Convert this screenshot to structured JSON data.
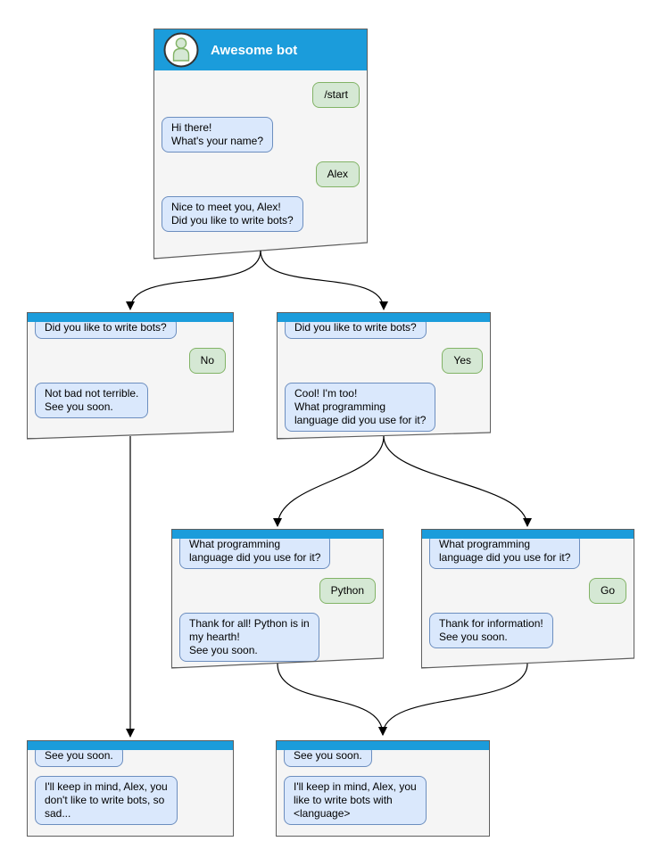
{
  "colors": {
    "header_blue": "#1b9cdb",
    "window_fill": "#f5f5f5",
    "window_border": "#5f5f5f",
    "bot_fill": "#dae8fc",
    "bot_border": "#6c8ebf",
    "user_fill": "#d5e8d4",
    "user_border": "#82b366",
    "avatar_fill": "#d5e8d4",
    "avatar_stroke": "#82b366",
    "connector": "#000000"
  },
  "windows": [
    {
      "key": "start",
      "title": "Awesome bot",
      "messages": [
        {
          "from": "user",
          "text": "/start"
        },
        {
          "from": "bot",
          "text": "Hi there!\nWhat's your name?"
        },
        {
          "from": "user",
          "text": "Alex"
        },
        {
          "from": "bot",
          "text": "Nice to meet you, Alex!\nDid you like to write bots?"
        }
      ]
    },
    {
      "key": "branch-no",
      "messages": [
        {
          "from": "bot",
          "text": "Did you like to write bots?"
        },
        {
          "from": "user",
          "text": "No"
        },
        {
          "from": "bot",
          "text": "Not bad not terrible.\nSee you soon."
        }
      ]
    },
    {
      "key": "branch-yes",
      "messages": [
        {
          "from": "bot",
          "text": "Did you like to write bots?"
        },
        {
          "from": "user",
          "text": "Yes"
        },
        {
          "from": "bot",
          "text": "Cool! I'm too!\nWhat programming\nlanguage did you use for it?"
        }
      ]
    },
    {
      "key": "lang-python",
      "messages": [
        {
          "from": "bot",
          "text": "What programming\nlanguage did you use for it?"
        },
        {
          "from": "user",
          "text": "Python"
        },
        {
          "from": "bot",
          "text": "Thank for all! Python is in\nmy hearth!\nSee you soon."
        }
      ]
    },
    {
      "key": "lang-go",
      "messages": [
        {
          "from": "bot",
          "text": "What programming\nlanguage did you use for it?"
        },
        {
          "from": "user",
          "text": "Go"
        },
        {
          "from": "bot",
          "text": "Thank for information!\nSee you soon."
        }
      ]
    },
    {
      "key": "end-no",
      "messages": [
        {
          "from": "bot",
          "text": "See you soon."
        },
        {
          "from": "bot",
          "text": "I'll keep in mind, Alex, you\ndon't like to write bots, so\nsad..."
        }
      ]
    },
    {
      "key": "end-yes",
      "messages": [
        {
          "from": "bot",
          "text": "See you soon."
        },
        {
          "from": "bot",
          "text": "I'll keep in mind, Alex, you\nlike to write bots with\n<language>"
        }
      ]
    }
  ],
  "edges": [
    {
      "from": "start",
      "to": "branch-no"
    },
    {
      "from": "start",
      "to": "branch-yes"
    },
    {
      "from": "branch-no",
      "to": "end-no"
    },
    {
      "from": "branch-yes",
      "to": "lang-python"
    },
    {
      "from": "branch-yes",
      "to": "lang-go"
    },
    {
      "from": "lang-python",
      "to": "end-yes"
    },
    {
      "from": "lang-go",
      "to": "end-yes"
    }
  ]
}
